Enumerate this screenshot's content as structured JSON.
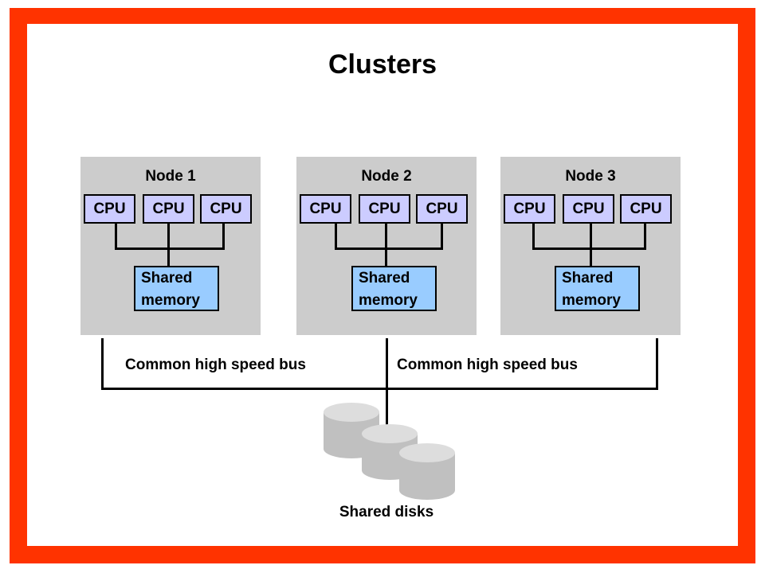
{
  "title": "Clusters",
  "colors": {
    "frame": "#ff3300",
    "node_bg": "#cccccc",
    "cpu_fill": "#ccccff",
    "memory_fill": "#99ccff",
    "disk_fill": "#c0c0c0"
  },
  "nodes": [
    {
      "label": "Node 1",
      "cpus": [
        "CPU",
        "CPU",
        "CPU"
      ],
      "memory_line1": "Shared",
      "memory_line2": "memory"
    },
    {
      "label": "Node 2",
      "cpus": [
        "CPU",
        "CPU",
        "CPU"
      ],
      "memory_line1": "Shared",
      "memory_line2": "memory"
    },
    {
      "label": "Node 3",
      "cpus": [
        "CPU",
        "CPU",
        "CPU"
      ],
      "memory_line1": "Shared",
      "memory_line2": "memory"
    }
  ],
  "bus_labels": [
    "Common high speed bus",
    "Common high speed bus"
  ],
  "disks_label": "Shared disks",
  "disk_icon": "disk-cylinder-icon"
}
